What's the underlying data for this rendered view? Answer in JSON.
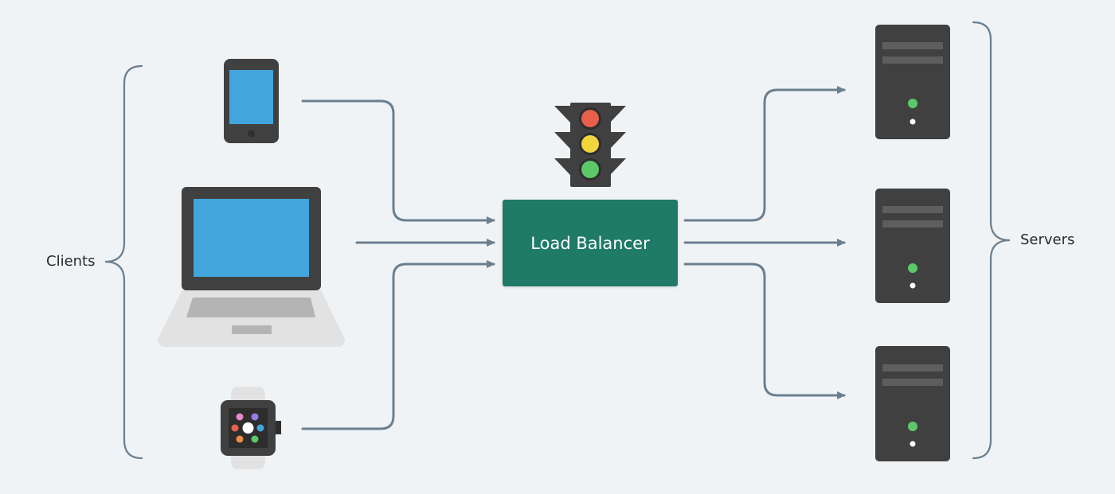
{
  "title": "",
  "groups": {
    "clients": {
      "label": "Clients"
    },
    "servers": {
      "label": "Servers"
    }
  },
  "load_balancer": {
    "label": "Load Balancer"
  },
  "colors": {
    "background": "#eff3f6",
    "connector": "#6b7f8f",
    "load_balancer_fill": "#1f7a68",
    "device_dark": "#404040",
    "screen": "#42a5dc",
    "light_red": "#e8604c",
    "light_yellow": "#f2d53c",
    "light_green": "#5cc86a"
  },
  "icons": {
    "clients": [
      "phone-icon",
      "laptop-icon",
      "watch-icon"
    ],
    "load_balancer": "traffic-light-icon",
    "servers": [
      "server-icon",
      "server-icon",
      "server-icon"
    ]
  }
}
